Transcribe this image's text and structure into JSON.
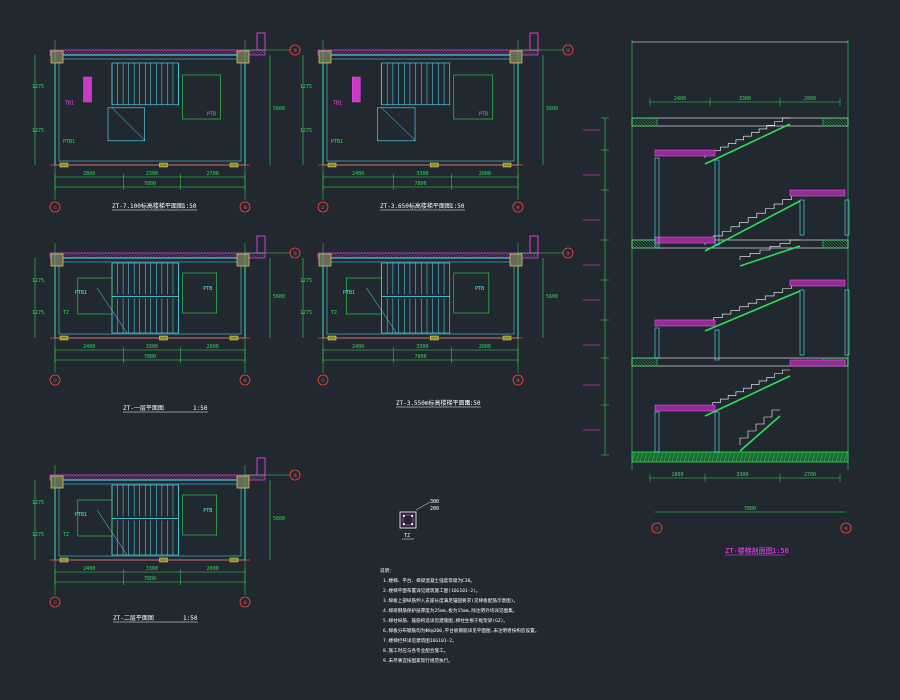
{
  "plans": [
    {
      "id": "plan-710",
      "title": "ZT-7.100标高楼梯平面图",
      "scale": "1:50",
      "total_dim": "7800",
      "seg_dims": [
        "2800",
        "2300",
        "2700"
      ],
      "height_dim": "5600",
      "left_dims": [
        "1275",
        "1275"
      ],
      "axes_h": [
        "①",
        "⑧"
      ],
      "axis_v": "⑮"
    },
    {
      "id": "plan-3650",
      "title": "ZT-3.650标高楼梯平面图",
      "scale": "1:50",
      "total_dim": "7800",
      "seg_dims": [
        "2400",
        "3300",
        "2000"
      ],
      "height_dim": "5600",
      "left_dims": [
        "1275",
        "1275"
      ],
      "axes_h": [
        "①",
        "⑧"
      ],
      "axis_v": "⑮"
    },
    {
      "id": "plan-1",
      "title": "ZT-一层平面图",
      "scale": "1:50",
      "total_dim": "7800",
      "seg_dims": [
        "2400",
        "3300",
        "2000"
      ],
      "height_dim": "5600",
      "left_dims": [
        "1275",
        "1275"
      ],
      "axes_h": [
        "①",
        "⑧"
      ],
      "axis_v": "⑮"
    },
    {
      "id": "plan-3550",
      "title": "ZT-3.550m标高楼梯平面图",
      "scale": "1:50",
      "total_dim": "7800",
      "seg_dims": [
        "2400",
        "3300",
        "2000"
      ],
      "height_dim": "5600",
      "left_dims": [
        "1275",
        "1275"
      ],
      "axes_h": [
        "①",
        "⑧"
      ],
      "axis_v": "⑮"
    },
    {
      "id": "plan-2",
      "title": "ZT-二层平面图",
      "scale": "1:50",
      "total_dim": "7800",
      "seg_dims": [
        "2400",
        "3300",
        "2000"
      ],
      "height_dim": "5600",
      "left_dims": [
        "1275",
        "1275"
      ],
      "axes_h": [
        "①",
        "⑧"
      ],
      "axis_v": "⑮"
    }
  ],
  "section": {
    "title": "ZT-楼梯剖面图",
    "scale": "1:50",
    "top_dims": [
      "2400",
      "3300",
      "2000"
    ],
    "bottom_dims": [
      "1800",
      "3300",
      "2700"
    ],
    "total_dim": "7800",
    "axes": [
      "①",
      "⑧"
    ],
    "axis_right": "⑮"
  },
  "detail": {
    "label": "TZ",
    "dims": [
      "300",
      "200"
    ]
  },
  "notes": {
    "heading": "说明：",
    "lines": [
      "1.楼梯、平台、梯梁混凝土强度等级为C30。",
      "2.楼梯平面布置详见建筑施工图(16G101-2)。",
      "3.梯板上部纵筋伸入支座长度满足锚固要求(见梯板配筋示意图)。",
      "4.梯梁钢筋保护层厚度为25mm,板为15mm,除注明外均详见图集。",
      "5.梯柱纵筋、箍筋构造详见建施图,梯柱生根于框架梁(GZ)。",
      "6.梯板分布钢筋均为Φ8@200,平台板钢筋详见平面图,未注明者按构造设置。",
      "7.楼梯栏杆详见建筑图16G101-2。",
      "8.施工时应与各专业配合施工。",
      "9.未尽事宜按国家现行规范执行。"
    ]
  }
}
